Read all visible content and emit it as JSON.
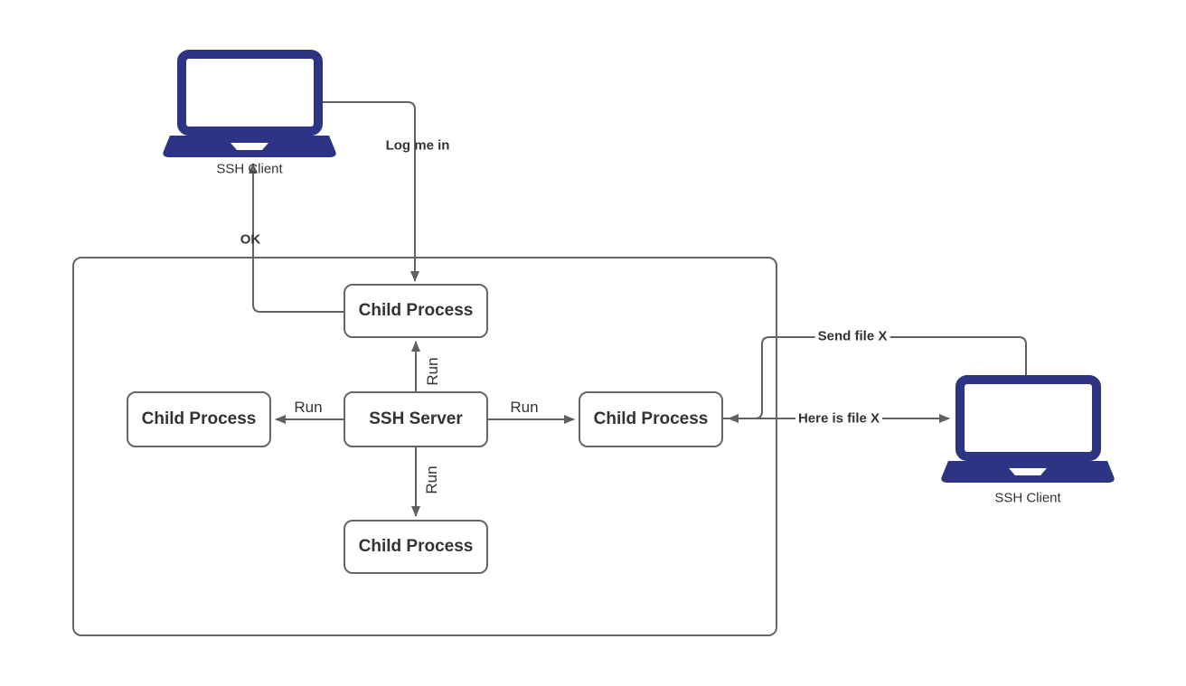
{
  "nodes": {
    "ssh_server": {
      "label": "SSH Server"
    },
    "child_top": {
      "label": "Child Process"
    },
    "child_left": {
      "label": "Child Process"
    },
    "child_right": {
      "label": "Child Process"
    },
    "child_bottom": {
      "label": "Child Process"
    }
  },
  "clients": {
    "top": {
      "label": "SSH Client"
    },
    "right": {
      "label": "SSH Client"
    }
  },
  "edges": {
    "log_me_in": {
      "label": "Log me in"
    },
    "ok": {
      "label": "OK"
    },
    "run_top": {
      "label": "Run"
    },
    "run_left": {
      "label": "Run"
    },
    "run_right": {
      "label": "Run"
    },
    "run_bottom": {
      "label": "Run"
    },
    "send_file_x": {
      "label": "Send file X"
    },
    "here_is_file_x": {
      "label": "Here is file X"
    }
  },
  "colors": {
    "laptop": "#2d3483",
    "connector": "#616161",
    "node_border": "#666666",
    "node_fill": "#ffffff",
    "text": "#333333",
    "canvas": "#ffffff"
  }
}
